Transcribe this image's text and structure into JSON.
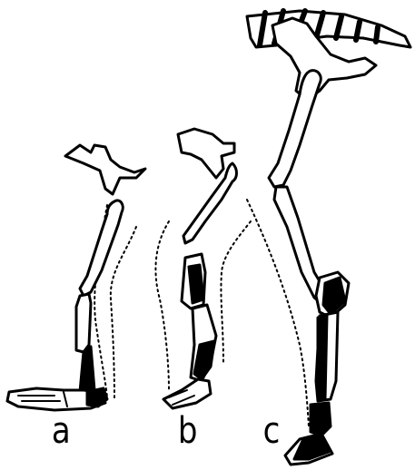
{
  "figure": {
    "labels": [
      "a",
      "b",
      "c"
    ],
    "colors": {
      "ink": "#000000",
      "paper": "#ffffff"
    }
  }
}
